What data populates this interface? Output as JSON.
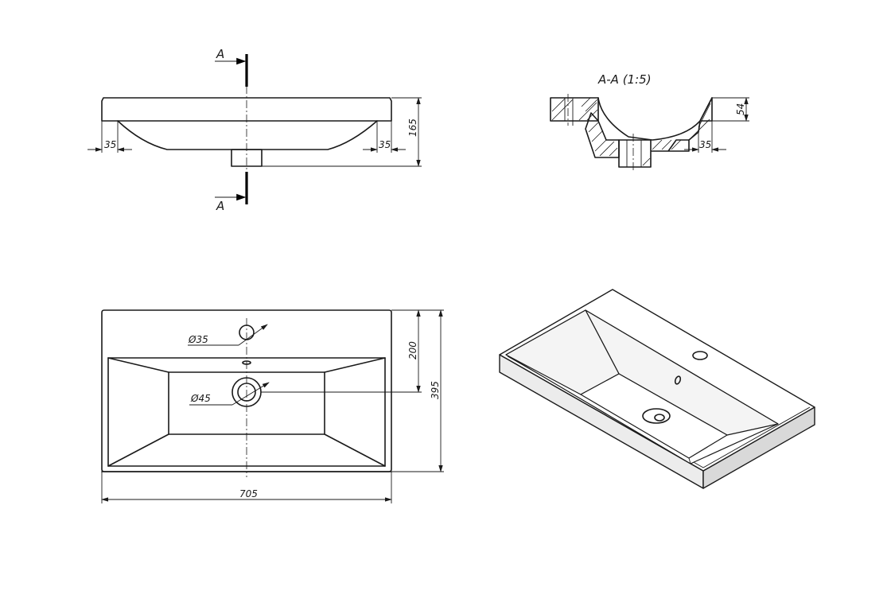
{
  "section_marks": {
    "cut_label_top": "A",
    "cut_label_bottom": "A"
  },
  "section_view": {
    "title": "A-A (1:5)"
  },
  "dimensions": {
    "front_view": {
      "left_offset": "35",
      "right_offset": "35",
      "height": "165"
    },
    "section_view": {
      "rim_depth": "54",
      "rim_offset": "35"
    },
    "top_view": {
      "tap_hole_diameter": "Ø35",
      "drain_diameter": "Ø45",
      "drain_position": "200",
      "depth": "395",
      "width": "705"
    }
  }
}
